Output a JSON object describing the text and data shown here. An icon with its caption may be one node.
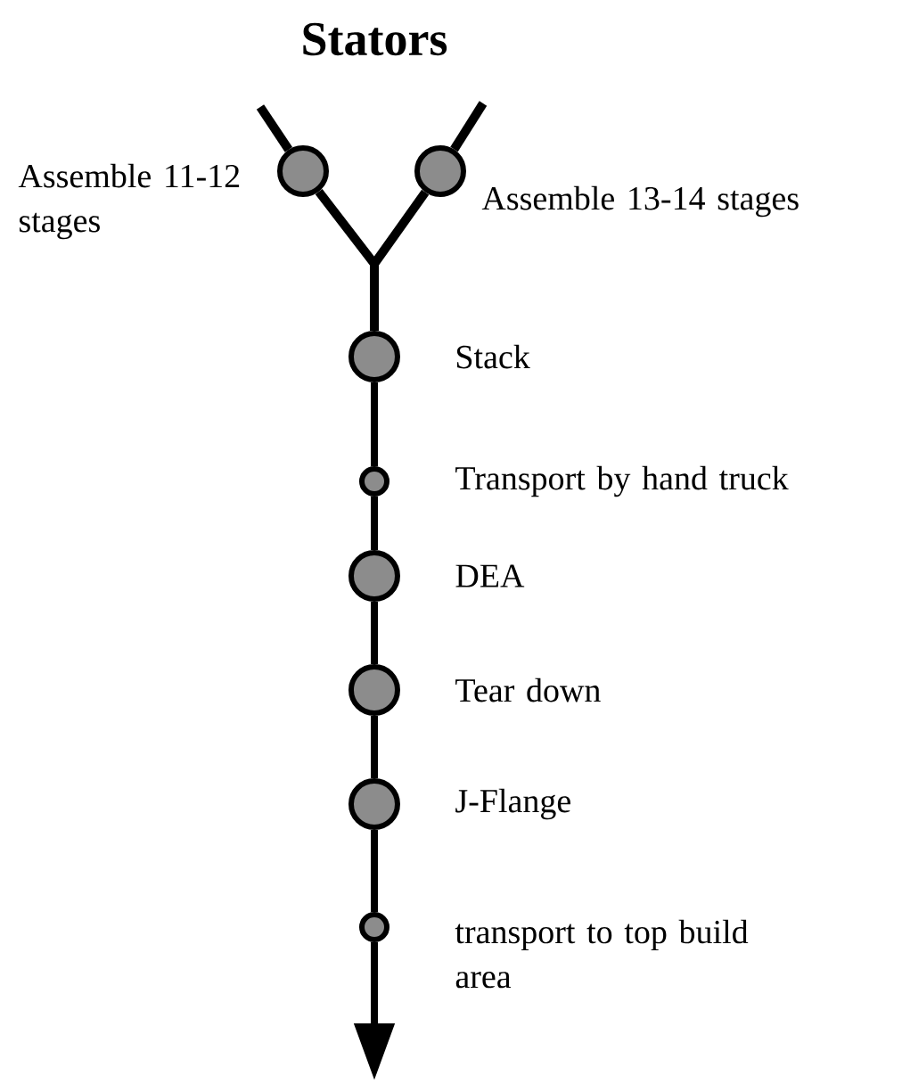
{
  "diagram": {
    "title": "Stators",
    "nodes": [
      {
        "text": [],
        "shape": "circle",
        "beside": [
          "Assemble 11-12 stages"
        ]
      },
      {
        "text": [],
        "shape": "circle",
        "beside": [
          "Assemble 13-14 stages"
        ]
      },
      {
        "text": [],
        "shape": "circle",
        "beside": [
          "Stack"
        ]
      },
      {
        "text": [],
        "shape": "circle",
        "beside": [
          "Transport by hand truck"
        ]
      },
      {
        "text": [],
        "shape": "circle",
        "beside": [
          "DEA"
        ]
      },
      {
        "text": [],
        "shape": "circle",
        "beside": [
          "Tear down"
        ]
      },
      {
        "text": [],
        "shape": "circle",
        "beside": [
          "J-Flange"
        ]
      },
      {
        "text": [],
        "shape": "circle",
        "beside": [
          "transport to top build area"
        ]
      }
    ],
    "edges": [
      {
        "from": null,
        "to": 0,
        "arrow": "none"
      },
      {
        "from": null,
        "to": 1,
        "arrow": "none"
      },
      {
        "from": 0,
        "to": 2,
        "arrow": "none"
      },
      {
        "from": 1,
        "to": 2,
        "arrow": "none"
      },
      {
        "from": 2,
        "to": 3,
        "arrow": "none"
      },
      {
        "from": 3,
        "to": 4,
        "arrow": "none"
      },
      {
        "from": 4,
        "to": 5,
        "arrow": "none"
      },
      {
        "from": 5,
        "to": 6,
        "arrow": "none"
      },
      {
        "from": 6,
        "to": 7,
        "arrow": "none"
      },
      {
        "from": 7,
        "to": null,
        "arrow": "to"
      }
    ]
  }
}
